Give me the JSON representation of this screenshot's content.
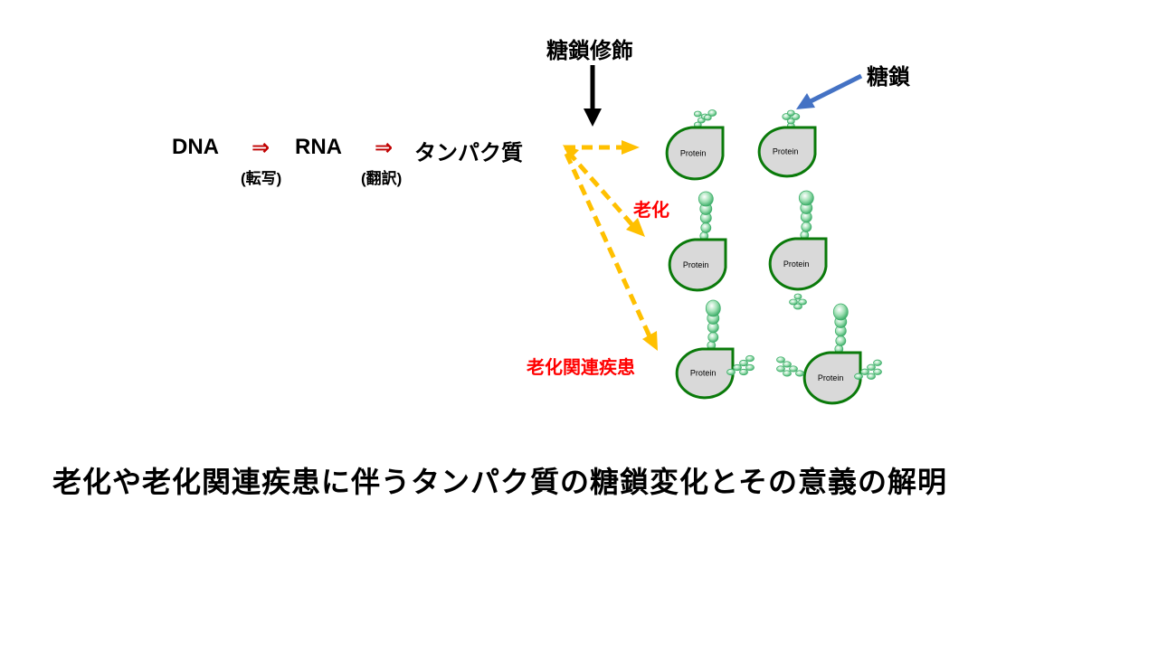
{
  "flow": {
    "dna": "DNA",
    "arrow1": "⇒",
    "rna": "RNA",
    "arrow2": "⇒",
    "protein": "タンパク質",
    "transcription": "(転写)",
    "translation": "(翻訳)"
  },
  "labels": {
    "glycosylation": "糖鎖修飾",
    "glycan": "糖鎖",
    "aging": "老化",
    "aging_disease": "老化関連疾患"
  },
  "proteins": [
    {
      "label": "Protein",
      "group": "normal"
    },
    {
      "label": "Protein",
      "group": "normal"
    },
    {
      "label": "Protein",
      "group": "aging"
    },
    {
      "label": "Protein",
      "group": "aging"
    },
    {
      "label": "Protein",
      "group": "aging_disease"
    },
    {
      "label": "Protein",
      "group": "aging_disease"
    }
  ],
  "title": "老化や老化関連疾患に伴うタンパク質の糖鎖変化とその意義の解明",
  "colors": {
    "protein_fill": "#d9d9d9",
    "protein_stroke": "#0a7a0a",
    "glycan": "#7fd19b",
    "dashed_arrow": "#ffc000",
    "blue_arrow": "#4472c4",
    "red_text": "#ff0000",
    "dark_red_arrow": "#c00000"
  }
}
